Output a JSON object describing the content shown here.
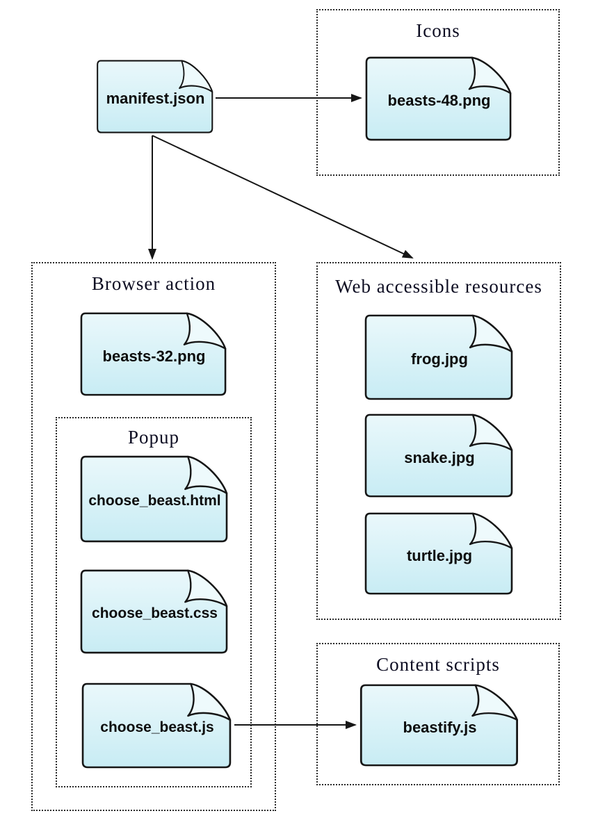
{
  "groups": {
    "icons": {
      "title": "Icons"
    },
    "browser_action": {
      "title": "Browser action"
    },
    "popup": {
      "title": "Popup"
    },
    "web_accessible": {
      "title": "Web accessible resources"
    },
    "content_scripts": {
      "title": "Content scripts"
    }
  },
  "files": {
    "manifest": {
      "label": "manifest.json"
    },
    "beasts48": {
      "label": "beasts-48.png"
    },
    "beasts32": {
      "label": "beasts-32.png"
    },
    "choose_html": {
      "label": "choose_beast.html"
    },
    "choose_css": {
      "label": "choose_beast.css"
    },
    "choose_js": {
      "label": "choose_beast.js"
    },
    "frog": {
      "label": "frog.jpg"
    },
    "snake": {
      "label": "snake.jpg"
    },
    "turtle": {
      "label": "turtle.jpg"
    },
    "beastify": {
      "label": "beastify.js"
    }
  },
  "arrows": [
    {
      "from": "manifest.json",
      "to": "beasts-48.png"
    },
    {
      "from": "manifest.json",
      "to": "Browser action"
    },
    {
      "from": "manifest.json",
      "to": "Web accessible resources"
    },
    {
      "from": "choose_beast.js",
      "to": "beastify.js"
    }
  ],
  "colors": {
    "background": "#ffffff",
    "file_fill_top": "#eaf8fb",
    "file_fill_bottom": "#c8ecf4",
    "file_border": "#161616",
    "group_border": "#2b2b2b",
    "title_color": "#0d0d22",
    "label_color": "#0c0c0c",
    "arrow_color": "#161616"
  }
}
